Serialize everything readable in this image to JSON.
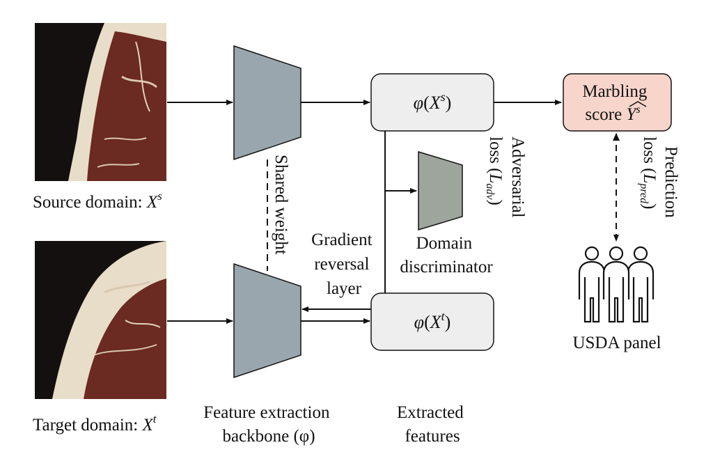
{
  "source": {
    "label_prefix": "Source domain: ",
    "var": "X",
    "sup": "s"
  },
  "target": {
    "label_prefix": "Target domain: ",
    "var": "X",
    "sup": "t"
  },
  "backbone": {
    "label_line1": "Feature extraction",
    "label_line2": "backbone (φ)"
  },
  "shared_weight": {
    "label": "Shared weight"
  },
  "gradient_reversal": {
    "line1": "Gradient",
    "line2": "reversal",
    "line3": "layer"
  },
  "feature_source": {
    "phi": "φ",
    "open": "(",
    "var": "X",
    "sup": "s",
    "close": ")"
  },
  "feature_target": {
    "phi": "φ",
    "open": "(",
    "var": "X",
    "sup": "t",
    "close": ")"
  },
  "extracted_features": {
    "line1": "Extracted",
    "line2": "features"
  },
  "discriminator": {
    "line1": "Domain",
    "line2": "discriminator"
  },
  "adversarial_loss": {
    "line1": "Adversarial",
    "line2_prefix": "loss (",
    "L": "L",
    "sub": "adv",
    "suffix": ")"
  },
  "marbling": {
    "line1": "Marbling",
    "line2_prefix": "score ",
    "Y": "Y",
    "sup": "s"
  },
  "prediction_loss": {
    "line1": "Prediction",
    "line2_prefix": "loss (",
    "L": "L",
    "sub": "pred",
    "suffix": ")"
  },
  "panel": {
    "label": "USDA panel"
  },
  "colors": {
    "trapezoid_fill": "#9aa6ad",
    "discriminator_fill": "#9da59d",
    "feature_box_fill": "#eeeeee",
    "marbling_box_fill": "#f7d5cb",
    "meat_dark": "#6b2a22",
    "fat": "#e8ddc8",
    "background_dark": "#141010"
  }
}
